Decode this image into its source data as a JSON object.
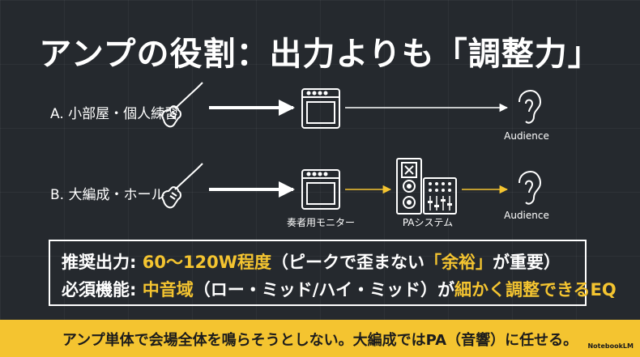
{
  "title": "アンプの役割：出力よりも「調整力」",
  "rows": [
    {
      "label": "A. 小部屋・個人練習",
      "audience_label": "Audience"
    },
    {
      "label": "B. 大編成・ホール",
      "monitor_label": "奏者用モニター",
      "pa_label": "PAシステム",
      "audience_label": "Audience"
    }
  ],
  "info": {
    "line1_prefix": "推奨出力: ",
    "line1_highlight": "60〜120W程度",
    "line1_mid": "（ピークで歪まない",
    "line1_highlight2": "「余裕」",
    "line1_suffix": "が重要）",
    "line2_prefix": "必須機能: ",
    "line2_highlight": "中音域",
    "line2_mid": "（ロー・ミッド/ハイ・ミッド）が",
    "line2_highlight2": "細かく調整できるEQ"
  },
  "footer": {
    "text": "アンプ単体で会場全体を鳴らそうとしない。大編成ではPA（音響）に任せる。",
    "badge": "NotebookLM"
  },
  "colors": {
    "background": "#25292e",
    "accent": "#f4c430",
    "line": "#ffffff"
  }
}
